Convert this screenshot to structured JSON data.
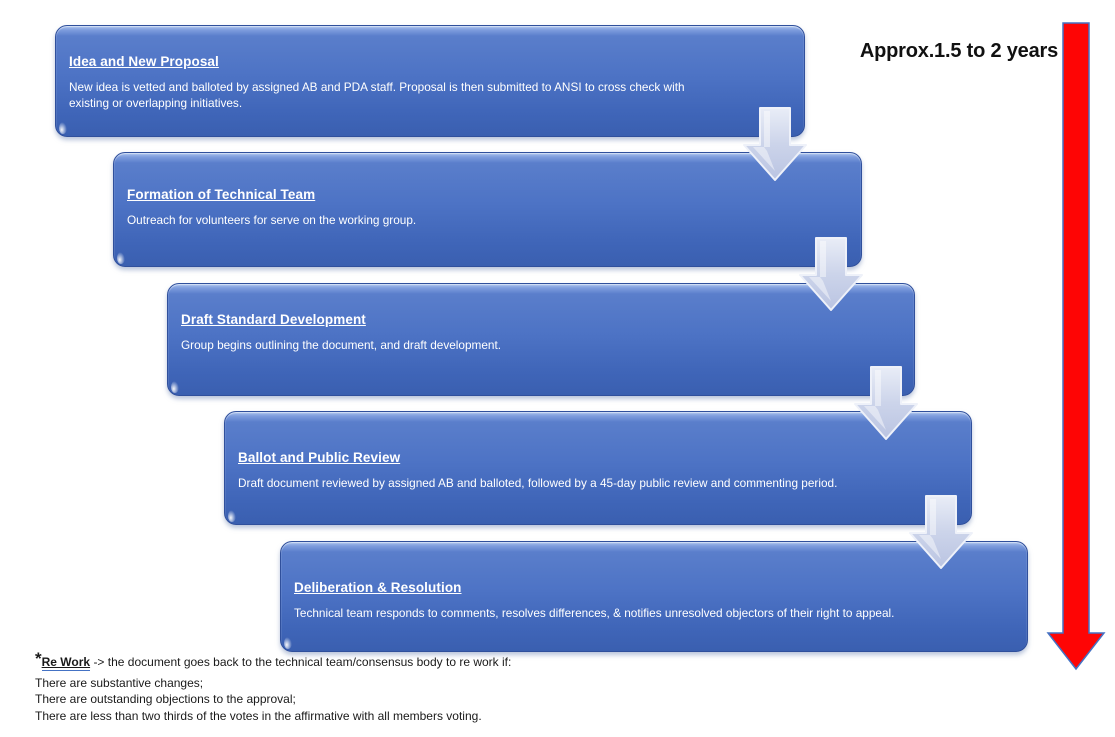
{
  "timeline": {
    "label": "Approx.1.5 to 2 years",
    "arrow_color": "#fe0505",
    "arrow_border_color": "#4472c4"
  },
  "stages": [
    {
      "title": "Idea and New Proposal",
      "description": " New idea is vetted and balloted by assigned AB and PDA staff. Proposal is then submitted to ANSI to cross check with existing or overlapping initiatives."
    },
    {
      "title": "Formation of Technical Team",
      "description": "Outreach  for volunteers for serve on the  working group."
    },
    {
      "title": "Draft Standard Development",
      "description": "Group begins outlining the  document, and  draft development."
    },
    {
      "title": "Ballot and Public Review",
      "description": "Draft document reviewed by assigned AB and balloted, followed by a 45-day public review and commenting period."
    },
    {
      "title": "Deliberation & Resolution",
      "description": "Technical team responds to comments, resolves differences, & notifies unresolved objectors of their right to appeal."
    }
  ],
  "footnote": {
    "marker": "*",
    "term": "Re Work",
    "lead": "-> the document goes back to the technical team/consensus body to re work if:",
    "conditions": [
      "There are substantive changes;",
      "There are outstanding objections to the approval;",
      "There are less than two thirds of the votes in the affirmative with all members voting."
    ]
  },
  "colors": {
    "box_fill": "#4a70c2",
    "box_border": "#30509c",
    "connector_fill": "#ccd4ea",
    "text_on_box": "#ffffff"
  }
}
